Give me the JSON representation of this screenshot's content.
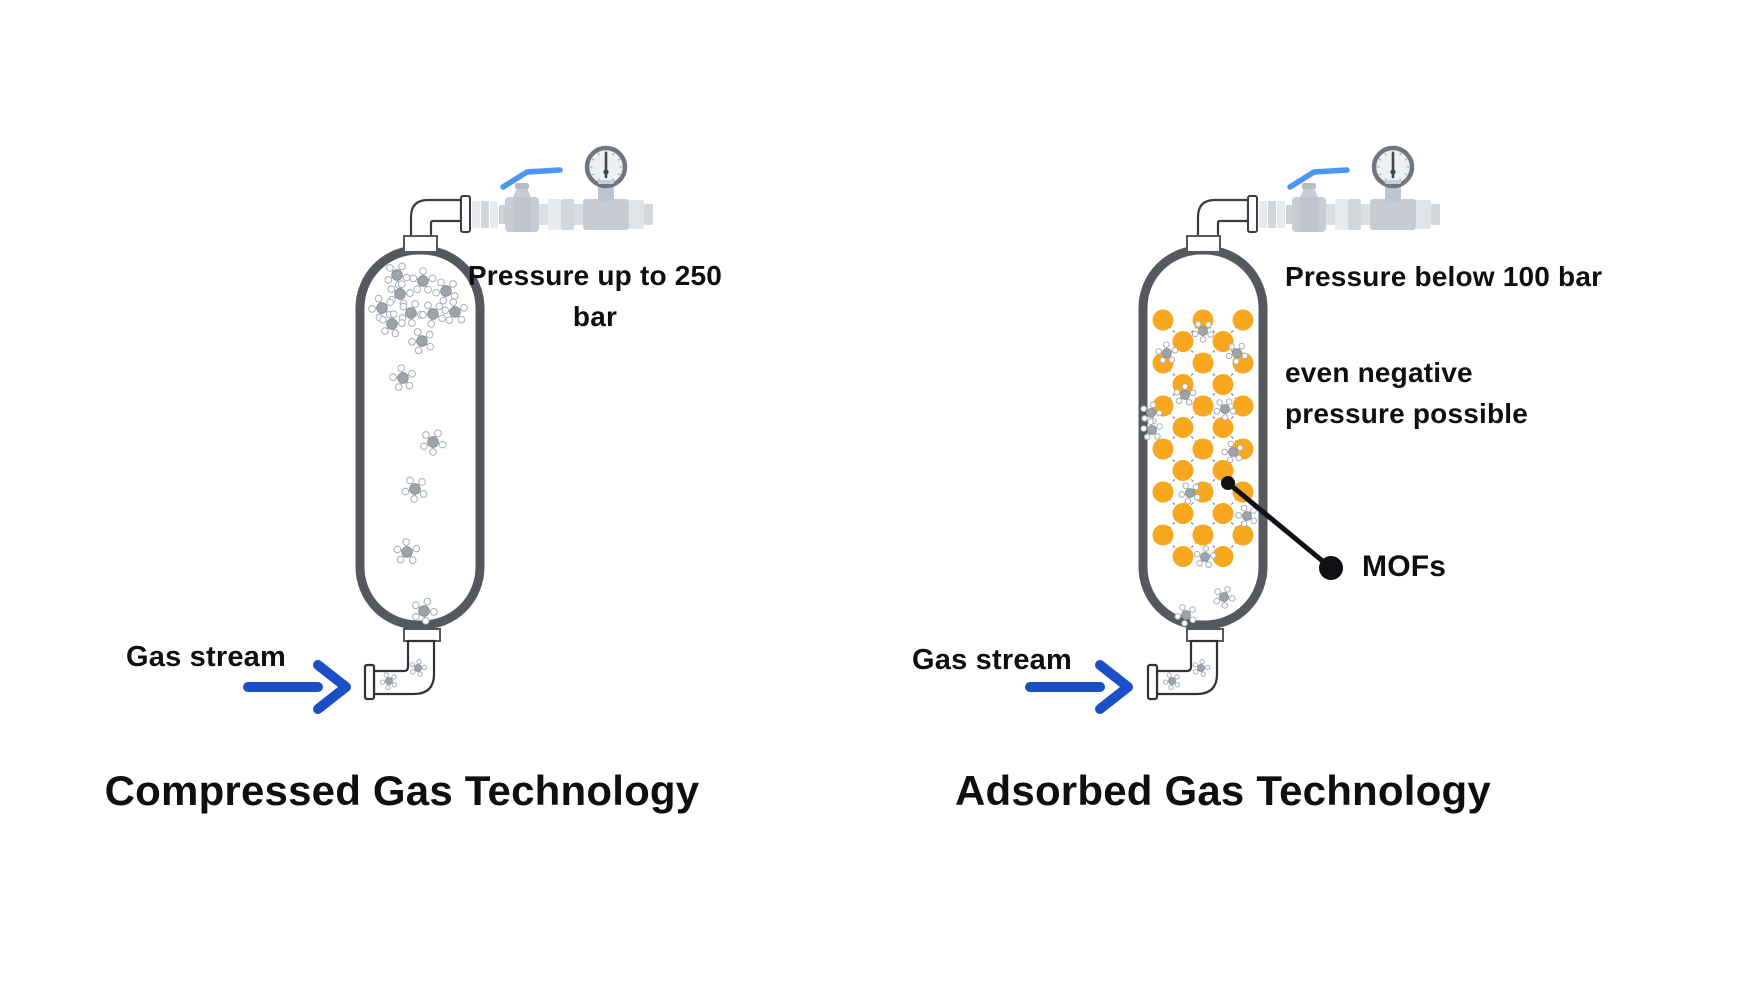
{
  "left_diagram": {
    "caption": "Compressed Gas Technology",
    "pressure_note_lines": [
      "Pressure up to 250",
      "bar"
    ],
    "gas_stream_label": "Gas stream"
  },
  "right_diagram": {
    "caption": "Adsorbed Gas Technology",
    "pressure_note": "Pressure below 100 bar",
    "negative_pressure_note_lines": [
      "even negative",
      "pressure possible"
    ],
    "gas_stream_label": "Gas stream",
    "mof_callout_label": "MOFs"
  },
  "colors": {
    "arrow_blue": "#1B4FC5",
    "valve_handle_blue": "#4E94F3",
    "mof_orange": "#F8A71F",
    "vessel_gray": "#55595F",
    "text_black": "#0F0F0F"
  },
  "icons": {
    "ball-valve-icon": "gray valve body with blue lever handle",
    "pressure-gauge-icon": "round dial gauge with vertical needle",
    "gas-molecule-icon": "gray methane molecule with white atoms",
    "mof-dot-icon": "orange sphere of MOF lattice",
    "arrow-right-icon": "thick blue right arrow"
  }
}
